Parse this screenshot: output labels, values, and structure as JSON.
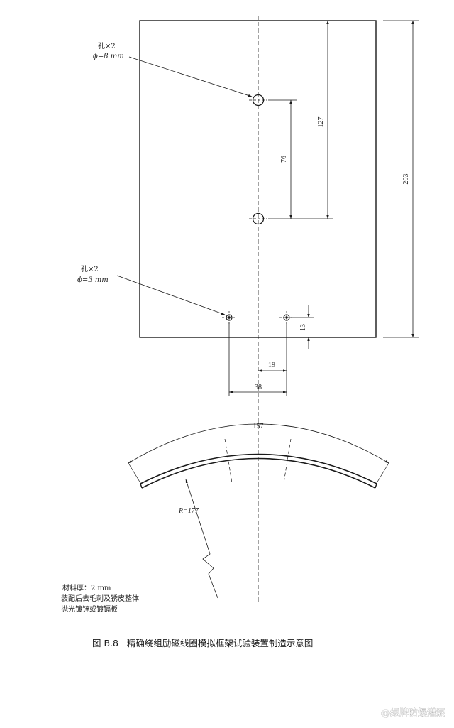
{
  "dims": {
    "d127": "127",
    "d76": "76",
    "d203": "203",
    "d13": "13",
    "d19": "19",
    "d38": "38",
    "d157": "157",
    "radius": "R=177"
  },
  "callouts": {
    "hole_large": {
      "line1": "孔×2",
      "line2": "ϕ=8 mm"
    },
    "hole_small": {
      "line1": "孔×2",
      "line2": "ϕ=3 mm"
    }
  },
  "notes": [
    "材料厚：2 mm",
    "装配后去毛刺及锈皮整体",
    "抛光镀锌或镀镉板"
  ],
  "caption": "图 B.8   精确绕组励磁线圈模拟框架试验装置制造示意图",
  "watermark": "@绿牌防爆潜泵",
  "colors": {
    "ink": "#1a1a1a",
    "paper": "#ffffff"
  }
}
